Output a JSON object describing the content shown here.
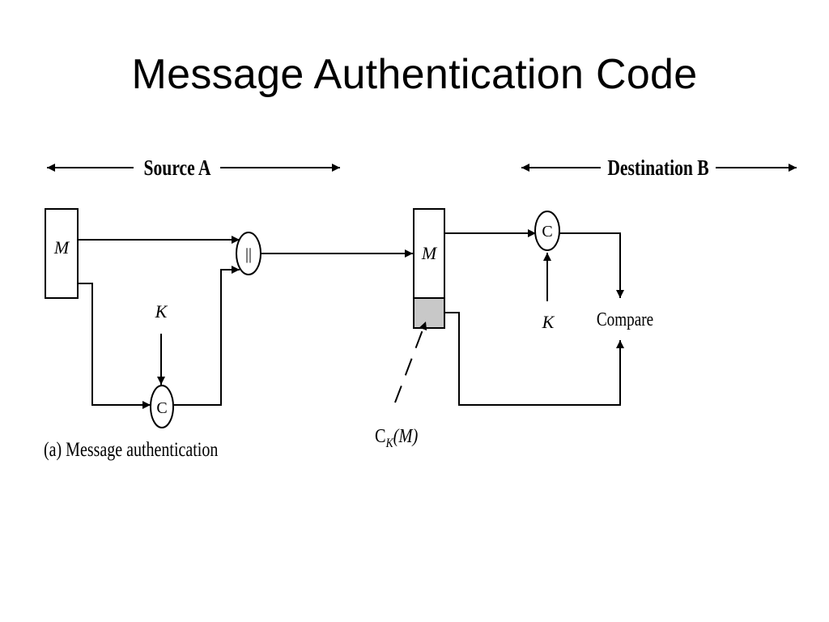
{
  "title": "Message Authentication Code",
  "diagram": {
    "source_label": "Source A",
    "destination_label": "Destination B",
    "source_message": "M",
    "source_key": "K",
    "source_mac_function": "C",
    "concat_symbol": "||",
    "dest_message": "M",
    "dest_mac_function": "C",
    "dest_key": "K",
    "compare_label": "Compare",
    "mac_label_c": "C",
    "mac_label_k": "K",
    "mac_label_m": "(M)",
    "caption": "(a) Message authentication",
    "mac_block_color": "#c8c8c8"
  }
}
